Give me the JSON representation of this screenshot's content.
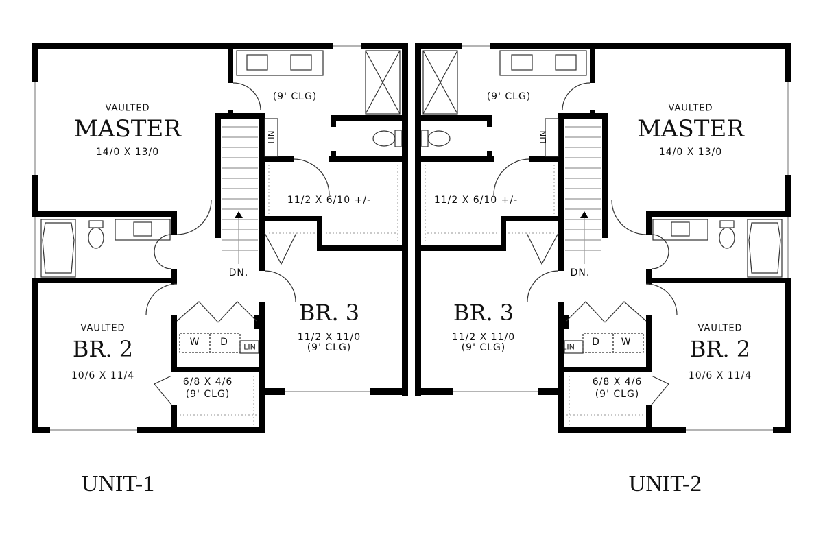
{
  "units": [
    {
      "name": "UNIT-1",
      "master": {
        "prefix": "VAULTED",
        "name": "MASTER",
        "size": "14/0 X 13/0"
      },
      "master_bath": {
        "ceiling": "(9' CLG)"
      },
      "linen_upper": "LIN",
      "walk_in_closet": {
        "size": "11/2 X 6/10 +/-"
      },
      "stair": {
        "label": "DN."
      },
      "br3": {
        "name": "BR. 3",
        "size": "11/2 X 11/0",
        "ceiling": "(9' CLG)"
      },
      "br2": {
        "prefix": "VAULTED",
        "name": "BR. 2",
        "size": "10/6 X 11/4"
      },
      "laundry": {
        "washer": "W",
        "dryer": "D",
        "linen": "LIN"
      },
      "br2_closet": {
        "size": "6/8 X 4/6",
        "ceiling": "(9' CLG)"
      }
    },
    {
      "name": "UNIT-2",
      "master": {
        "prefix": "VAULTED",
        "name": "MASTER",
        "size": "14/0 X 13/0"
      },
      "master_bath": {
        "ceiling": "(9' CLG)"
      },
      "linen_upper": "LIN",
      "walk_in_closet": {
        "size": "11/2 X 6/10 +/-"
      },
      "stair": {
        "label": "DN."
      },
      "br3": {
        "name": "BR. 3",
        "size": "11/2 X 11/0",
        "ceiling": "(9' CLG)"
      },
      "br2": {
        "prefix": "VAULTED",
        "name": "BR. 2",
        "size": "10/6 X 11/4"
      },
      "laundry": {
        "washer": "W",
        "dryer": "D",
        "linen": "LIN"
      },
      "br2_closet": {
        "size": "6/8 X 4/6",
        "ceiling": "(9' CLG)"
      }
    }
  ]
}
